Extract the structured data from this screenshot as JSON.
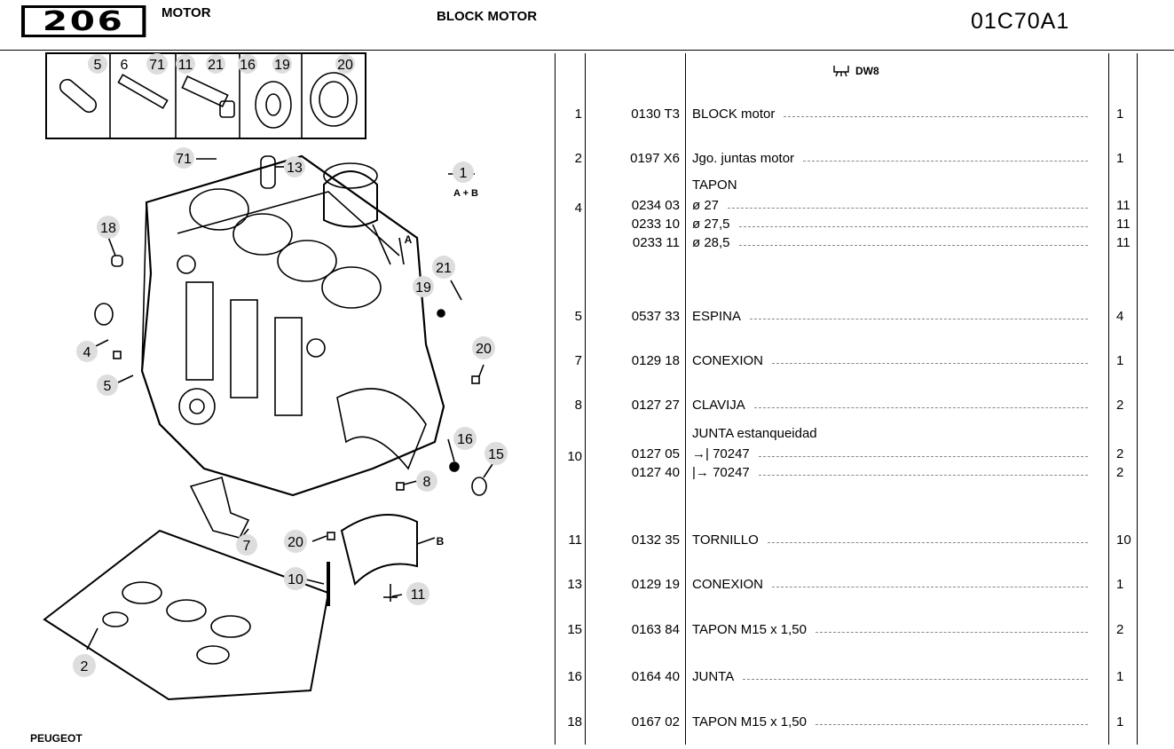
{
  "header": {
    "logo": "206",
    "section": "MOTOR",
    "title": "BLOCK MOTOR",
    "code": "01C70A1"
  },
  "footer": {
    "brand": "PEUGEOT"
  },
  "table": {
    "engine_label": "DW8",
    "rows": [
      {
        "ref": "1",
        "heading": "",
        "lines": [
          {
            "pn": "0130 T3",
            "desc": "BLOCK motor",
            "qty": "1"
          }
        ]
      },
      {
        "ref": "2",
        "heading": "",
        "lines": [
          {
            "pn": "0197 X6",
            "desc": "Jgo. juntas motor",
            "qty": "1"
          }
        ]
      },
      {
        "ref": "4",
        "heading": "TAPON",
        "lines": [
          {
            "pn": "0234 03",
            "desc": "ø 27",
            "qty": "11"
          },
          {
            "pn": "0233 10",
            "desc": "ø 27,5",
            "qty": "11"
          },
          {
            "pn": "0233 11",
            "desc": "ø 28,5",
            "qty": "11"
          }
        ]
      },
      {
        "ref": "5",
        "heading": "",
        "lines": [
          {
            "pn": "0537 33",
            "desc": "ESPINA",
            "qty": "4"
          }
        ]
      },
      {
        "ref": "7",
        "heading": "",
        "lines": [
          {
            "pn": "0129 18",
            "desc": "CONEXION",
            "qty": "1"
          }
        ]
      },
      {
        "ref": "8",
        "heading": "",
        "lines": [
          {
            "pn": "0127 27",
            "desc": "CLAVIJA",
            "qty": "2"
          }
        ]
      },
      {
        "ref": "10",
        "heading": "JUNTA estanqueidad",
        "lines": [
          {
            "pn": "0127 05",
            "desc": "→| 70247",
            "qty": "2"
          },
          {
            "pn": "0127 40",
            "desc": "|→ 70247",
            "qty": "2"
          }
        ]
      },
      {
        "ref": "11",
        "heading": "",
        "lines": [
          {
            "pn": "0132 35",
            "desc": "TORNILLO",
            "qty": "10"
          }
        ]
      },
      {
        "ref": "13",
        "heading": "",
        "lines": [
          {
            "pn": "0129 19",
            "desc": "CONEXION",
            "qty": "1"
          }
        ]
      },
      {
        "ref": "15",
        "heading": "",
        "lines": [
          {
            "pn": "0163 84",
            "desc": "TAPON M15 x 1,50",
            "qty": "2"
          }
        ]
      },
      {
        "ref": "16",
        "heading": "",
        "lines": [
          {
            "pn": "0164 40",
            "desc": "JUNTA",
            "qty": "1"
          }
        ]
      },
      {
        "ref": "18",
        "heading": "",
        "lines": [
          {
            "pn": "0167 02",
            "desc": "TAPON M15 x 1,50",
            "qty": "1"
          }
        ]
      }
    ]
  },
  "diagram": {
    "inset_labels": [
      "5",
      "6",
      "71",
      "11",
      "21",
      "16",
      "19",
      "20"
    ],
    "callouts": {
      "c71": "71",
      "c13": "13",
      "c1": "1",
      "c1sub": "A + B",
      "c18": "18",
      "c21": "21",
      "c19": "19",
      "c4": "4",
      "c5": "5",
      "c20a": "20",
      "c16": "16",
      "c15": "15",
      "c8": "8",
      "c7": "7",
      "c20b": "20",
      "c10": "10",
      "c11": "11",
      "c2": "2",
      "cA": "A",
      "cB": "B"
    }
  }
}
